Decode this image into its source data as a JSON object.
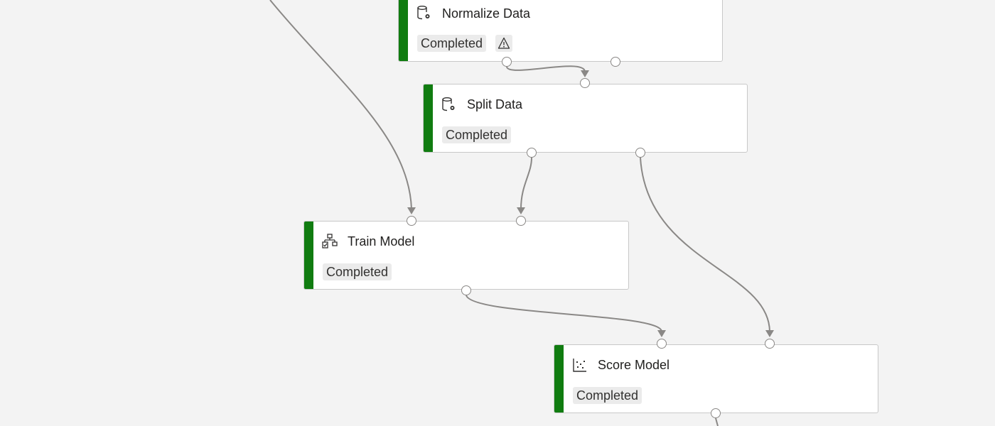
{
  "pipeline": {
    "nodes": [
      {
        "id": "normalize",
        "title": "Normalize Data",
        "status": "Completed",
        "icon": "data-transform-icon",
        "has_warning": true
      },
      {
        "id": "split",
        "title": "Split Data",
        "status": "Completed",
        "icon": "data-transform-icon",
        "has_warning": false
      },
      {
        "id": "train",
        "title": "Train Model",
        "status": "Completed",
        "icon": "train-model-icon",
        "has_warning": false
      },
      {
        "id": "score",
        "title": "Score Model",
        "status": "Completed",
        "icon": "score-model-icon",
        "has_warning": false
      }
    ]
  },
  "colors": {
    "canvas_bg": "#f3f3f3",
    "status_completed": "#107c10",
    "edge": "#8a8886",
    "node_border": "#c8c8c8",
    "badge_bg": "#ebebeb"
  }
}
